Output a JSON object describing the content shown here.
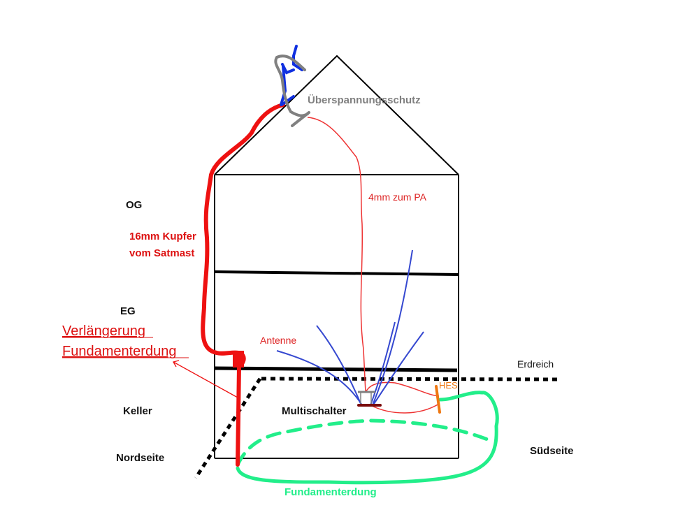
{
  "labels": {
    "surge_protector": "Überspannungsschutz",
    "pa_wire": "4mm zum PA",
    "og": "OG",
    "eg": "EG",
    "keller": "Keller",
    "nordseite": "Nordseite",
    "suedseite": "Südseite",
    "copper": [
      "16mm Kupfer",
      "vom Satmast"
    ],
    "extension": [
      "Verlängerung",
      "Fundamenterdung"
    ],
    "antenna": "Antenne",
    "multiswitch": "Multischalter",
    "hes": "HES",
    "soil": "Erdreich",
    "foundation_ground": "Fundamenterdung"
  },
  "colors": {
    "copper": "#ee1111",
    "ground": "#22ee8a",
    "antenna_cable": "#3548d0",
    "mast": "#1030e0",
    "surge": "#808080",
    "hes": "#ee7711",
    "multiswitch": "#7a0a0a"
  }
}
